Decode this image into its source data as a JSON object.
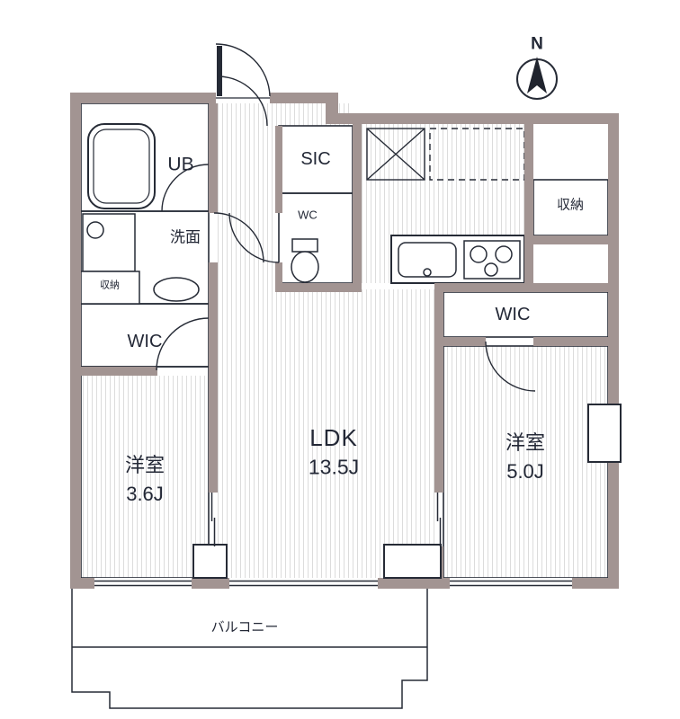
{
  "compass": {
    "north_label": "N"
  },
  "rooms": {
    "ub": {
      "label": "UB"
    },
    "washroom": {
      "label": "洗面"
    },
    "washroom_storage": {
      "label": "収納"
    },
    "wic_left": {
      "label": "WIC"
    },
    "sic": {
      "label": "SIC"
    },
    "wc": {
      "label": "WC"
    },
    "storage_right": {
      "label": "収納"
    },
    "wic_right": {
      "label": "WIC"
    },
    "bedroom_left": {
      "label": "洋室",
      "size": "3.6J"
    },
    "ldk": {
      "label": "LDK",
      "size": "13.5J"
    },
    "bedroom_right": {
      "label": "洋室",
      "size": "5.0J"
    },
    "balcony": {
      "label": "バルコニー"
    }
  },
  "colors": {
    "wall": "#a29492",
    "line": "#262b36",
    "hatch": "#dcdcdc",
    "background": "#ffffff"
  }
}
